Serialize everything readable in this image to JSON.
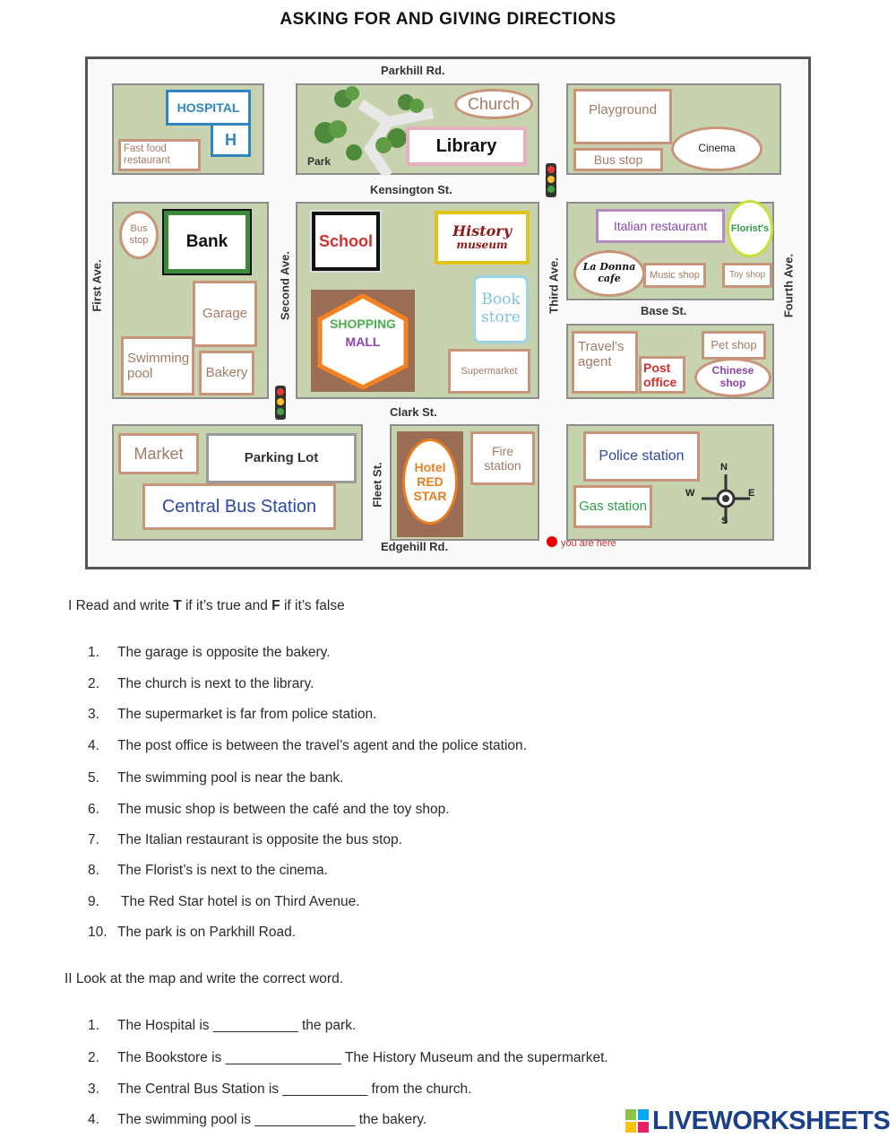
{
  "title": "ASKING FOR AND GIVING DIRECTIONS",
  "map": {
    "streets": {
      "parkhill": "Parkhill Rd.",
      "kensington": "Kensington St.",
      "clark": "Clark St.",
      "edgehill": "Edgehill Rd.",
      "first": "First Ave.",
      "second": "Second Ave.",
      "third": "Third Ave.",
      "fourth": "Fourth Ave.",
      "fleet": "Fleet St.",
      "base": "Base St."
    },
    "places": {
      "hospital": "HOSPITAL",
      "hospital_h": "H",
      "fast_food_1": "Fast food",
      "fast_food_2": "restaurant",
      "park": "Park",
      "church": "Church",
      "library": "Library",
      "playground": "Playground",
      "cinema": "Cinema",
      "bus_stop_top": "Bus stop",
      "bus_stop_left_1": "Bus",
      "bus_stop_left_2": "stop",
      "bank": "Bank",
      "garage": "Garage",
      "swimming_1": "Swimming",
      "swimming_2": "pool",
      "bakery": "Bakery",
      "school": "School",
      "history_1": "History",
      "history_2": "museum",
      "shopping_1": "SHOPPING",
      "shopping_2": "MALL",
      "book_1": "Book",
      "book_2": "store",
      "supermarket": "Supermarket",
      "italian": "Italian restaurant",
      "florist": "Florist's",
      "la_donna_1": "La Donna",
      "la_donna_2": "cafe",
      "music_shop": "Music shop",
      "toy_shop": "Toy shop",
      "travel_1": "Travel's",
      "travel_2": "agent",
      "post_1": "Post",
      "post_2": "office",
      "pet_shop": "Pet shop",
      "chinese_1": "Chinese",
      "chinese_2": "shop",
      "market": "Market",
      "parking": "Parking Lot",
      "central_bus": "Central Bus Station",
      "hotel_1": "Hotel",
      "hotel_2": "RED",
      "hotel_3": "STAR",
      "fire_1": "Fire",
      "fire_2": "station",
      "police": "Police station",
      "gas": "Gas station",
      "you_are_here": "you are here"
    },
    "compass": {
      "n": "N",
      "s": "S",
      "e": "E",
      "w": "W"
    }
  },
  "section1": {
    "prefix": "I Read and write ",
    "t": "T",
    "middle": " if it’s true and ",
    "f": "F",
    "suffix": " if it’s false",
    "items": [
      {
        "n": "1.",
        "text": "The garage is opposite the bakery."
      },
      {
        "n": "2.",
        "text": "The church is next to the library."
      },
      {
        "n": "3.",
        "text": "The supermarket is far from police station."
      },
      {
        "n": "4.",
        "text": "The post office is between the travel’s agent and the police station."
      },
      {
        "n": "5.",
        "text": "The swimming pool is near the bank."
      },
      {
        "n": "6.",
        "text": "The music shop is between the café and the toy shop."
      },
      {
        "n": "7.",
        "text": "The Italian restaurant is opposite the bus stop."
      },
      {
        "n": "8.",
        "text": "The Florist’s is next to the cinema."
      },
      {
        "n": "9.",
        "text": " The Red Star hotel is on Third Avenue."
      },
      {
        "n": "10.",
        "text": "The park is on Parkhill Road."
      }
    ]
  },
  "section2": {
    "heading": "II Look at the map and write the correct word.",
    "items": [
      {
        "n": "1.",
        "text": "The Hospital is ___________ the park."
      },
      {
        "n": "2.",
        "text": "The Bookstore is _______________ The History Museum and the supermarket."
      },
      {
        "n": "3.",
        "text": "The Central Bus Station is ___________ from the church."
      },
      {
        "n": "4.",
        "text": "The swimming pool is _____________ the bakery."
      }
    ]
  },
  "logo": {
    "text": "LIVEWORKSHEETS",
    "color": "#1b3f88"
  }
}
